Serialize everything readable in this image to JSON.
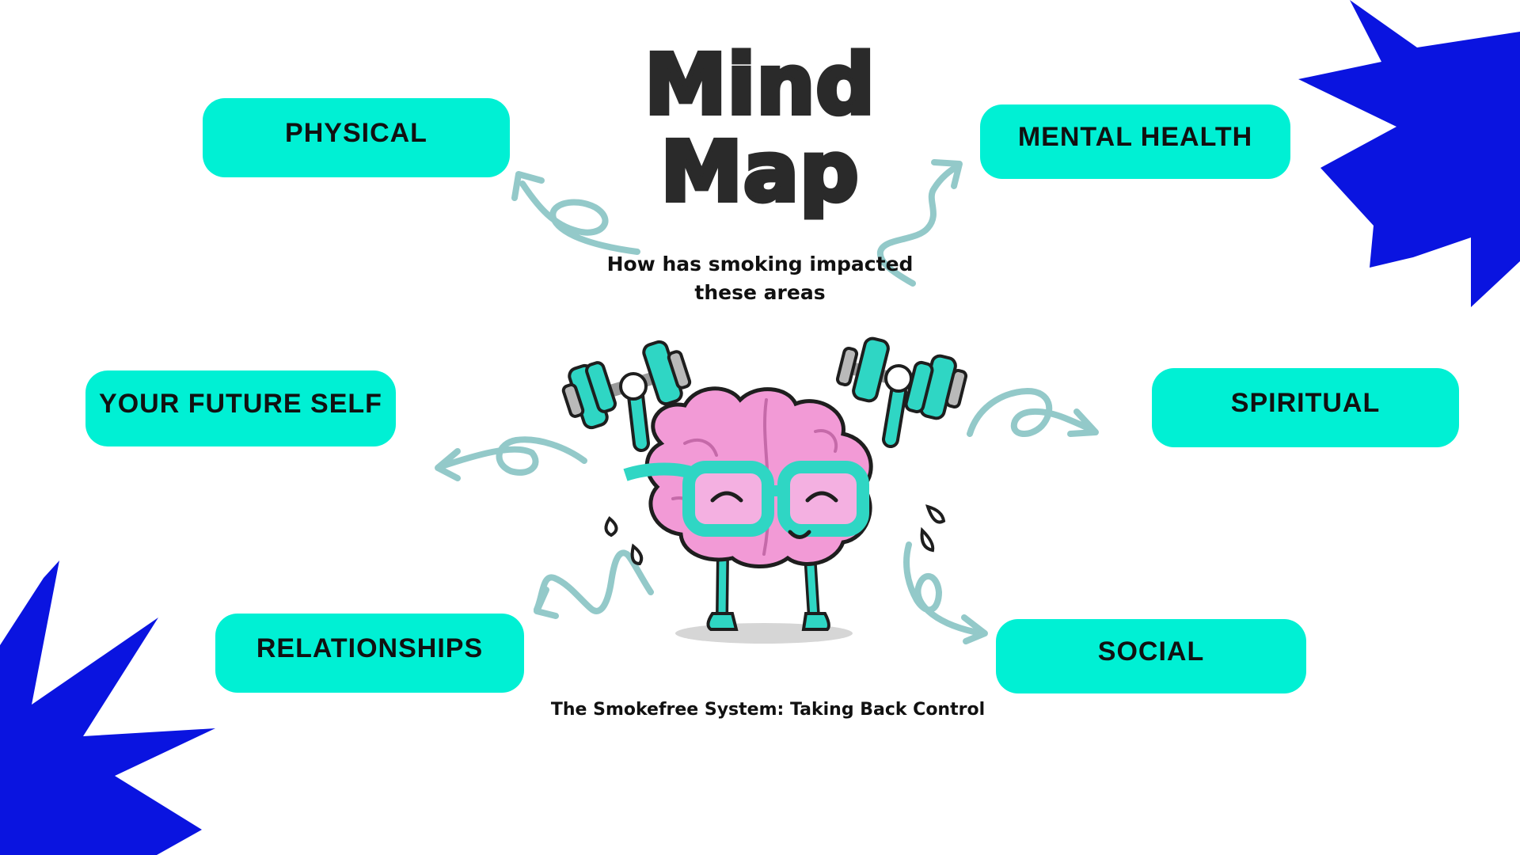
{
  "title": {
    "line1": "Mind",
    "line2": "Map"
  },
  "subtitle": {
    "line1": "How has smoking impacted",
    "line2": "these areas"
  },
  "footer": "The Smokefree System: Taking Back Control",
  "nodes": {
    "physical": "PHYSICAL",
    "mental_health": "MENTAL HEALTH",
    "future_self": "YOUR FUTURE SELF",
    "spiritual": "SPIRITUAL",
    "relationships": "RELATIONSHIPS",
    "social": "SOCIAL"
  },
  "colors": {
    "pill": "#00f0d4",
    "arrow": "#93c9c9",
    "splash": "#0a14e0",
    "brain": "#f29ad6",
    "brain_outline": "#1e1e1e",
    "accent_teal": "#2fd6c4",
    "title": "#2a2a2a"
  },
  "icons": {
    "center": "brain-lifting-dumbbells-icon"
  }
}
